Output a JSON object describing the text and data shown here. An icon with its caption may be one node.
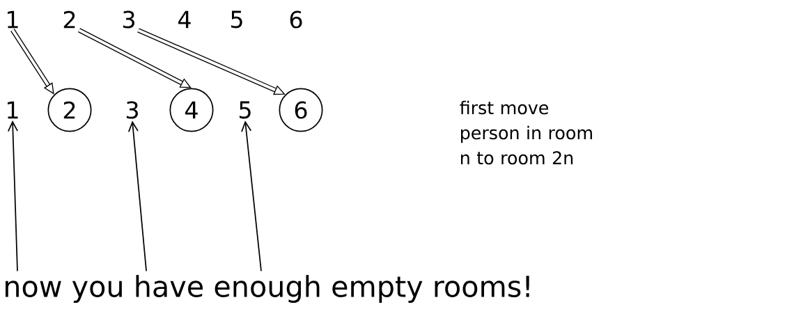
{
  "diagram": {
    "nodes": [
      {
        "text": [
          "1"
        ]
      },
      {
        "text": [
          "2"
        ]
      },
      {
        "text": [
          "3"
        ]
      },
      {
        "text": [
          "4"
        ]
      },
      {
        "text": [
          "5"
        ]
      },
      {
        "text": [
          "6"
        ]
      },
      {
        "text": [
          "1"
        ]
      },
      {
        "text": [
          "2"
        ]
      },
      {
        "text": [
          "3"
        ]
      },
      {
        "text": [
          "4"
        ]
      },
      {
        "text": [
          "5"
        ]
      },
      {
        "text": [
          "6"
        ]
      },
      {
        "text": [
          "now you have enough empty rooms!"
        ]
      }
    ],
    "edges": [
      {
        "from": 0,
        "to": 7,
        "arrow": "to",
        "style": "thick"
      },
      {
        "from": 1,
        "to": 9,
        "arrow": "to",
        "style": "thick"
      },
      {
        "from": 2,
        "to": 11,
        "arrow": "to",
        "style": "thick"
      },
      {
        "from": 12,
        "to": 6,
        "arrow": "to"
      },
      {
        "from": 12,
        "to": 8,
        "arrow": "to"
      },
      {
        "from": 12,
        "to": 10,
        "arrow": "to"
      }
    ],
    "labels": [
      "first move person in room n to room 2n"
    ]
  }
}
